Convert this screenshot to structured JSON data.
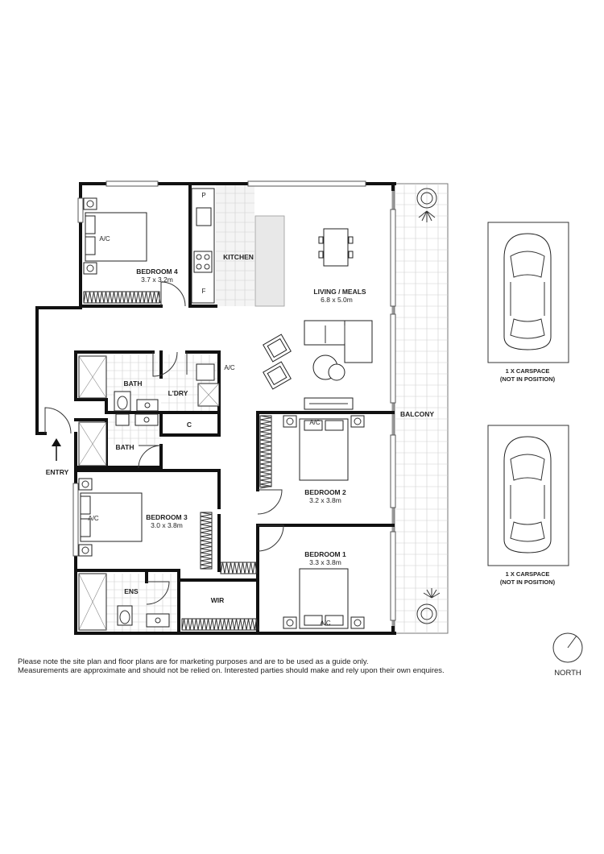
{
  "rooms": {
    "bedroom4": {
      "name": "BEDROOM 4",
      "size": "3.7 x 3.2m"
    },
    "kitchen": {
      "name": "KITCHEN"
    },
    "living": {
      "name": "LIVING / MEALS",
      "size": "6.8 x 5.0m"
    },
    "bath1": {
      "name": "BATH"
    },
    "laundry": {
      "name": "L'DRY"
    },
    "cupboard": {
      "name": "C"
    },
    "bath2": {
      "name": "BATH"
    },
    "bedroom2": {
      "name": "BEDROOM 2",
      "size": "3.2 x 3.8m"
    },
    "bedroom3": {
      "name": "BEDROOM 3",
      "size": "3.0 x 3.8m"
    },
    "bedroom1": {
      "name": "BEDROOM 1",
      "size": "3.3 x 3.8m"
    },
    "ensuite": {
      "name": "ENS"
    },
    "wir": {
      "name": "WIR"
    },
    "balcony": {
      "name": "BALCONY"
    }
  },
  "labels": {
    "entry": "ENTRY",
    "ac": "A/C",
    "pantry": "P",
    "fridge": "F"
  },
  "carspaces": [
    {
      "line1": "1 X CARSPACE",
      "line2": "(NOT IN POSITION)"
    },
    {
      "line1": "1 X CARSPACE",
      "line2": "(NOT IN POSITION)"
    }
  ],
  "north": {
    "label": "NORTH"
  },
  "disclaimer": {
    "line1": "Please note the site plan and floor plans are for marketing purposes and are to be used as a guide only.",
    "line2": "Measurements are approximate and should not be relied on. Interested parties should make and rely upon their own enquires."
  }
}
